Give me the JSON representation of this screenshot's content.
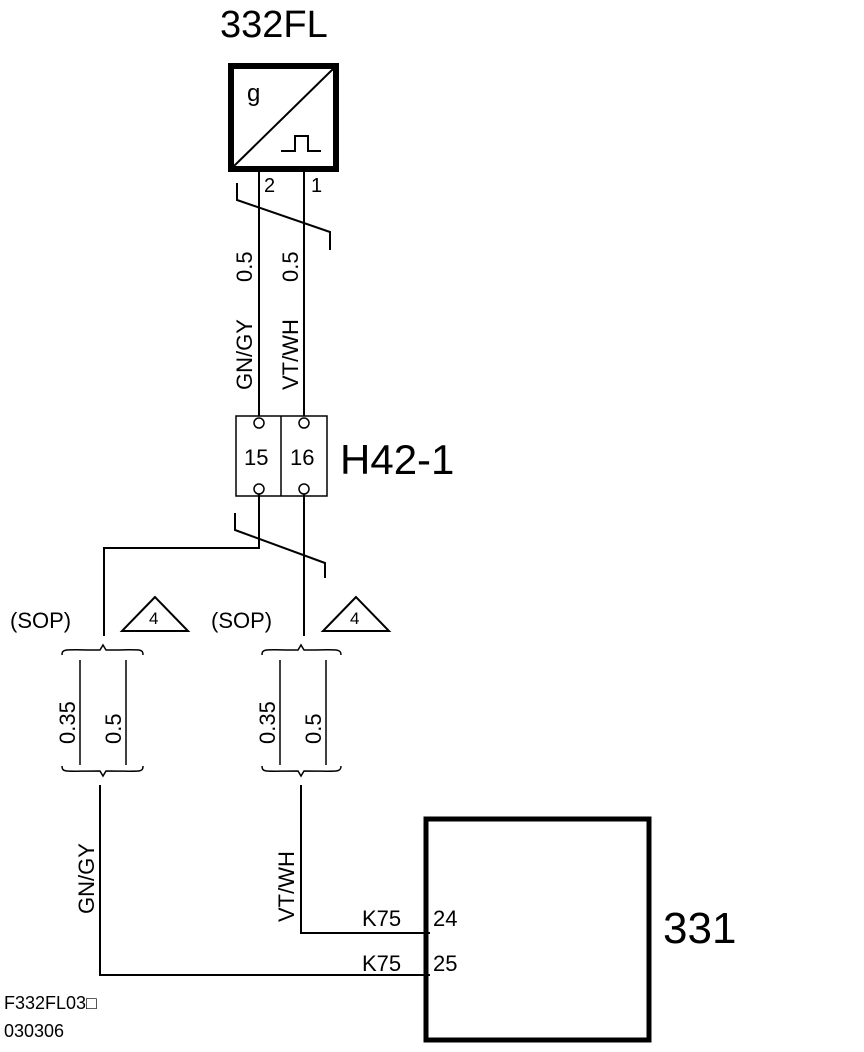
{
  "sensor": {
    "label": "332FL",
    "symbol_letter": "g",
    "pin_left": "2",
    "pin_right": "1"
  },
  "wires_upper": [
    {
      "color": "GN/GY",
      "size": "0.5"
    },
    {
      "color": "VT/WH",
      "size": "0.5"
    }
  ],
  "connector": {
    "label": "H42-1",
    "pins": [
      "15",
      "16"
    ]
  },
  "splices": [
    {
      "tag": "(SOP)",
      "note": "4",
      "sizes": [
        "0.35",
        "0.5"
      ],
      "wire_color": "GN/GY"
    },
    {
      "tag": "(SOP)",
      "note": "4",
      "sizes": [
        "0.35",
        "0.5"
      ],
      "wire_color": "VT/WH"
    }
  ],
  "module": {
    "label": "331",
    "pins": [
      {
        "connector": "K75",
        "pin": "24"
      },
      {
        "connector": "K75",
        "pin": "25"
      }
    ]
  },
  "footer": {
    "code": "F332FL03□",
    "date": "030306"
  }
}
